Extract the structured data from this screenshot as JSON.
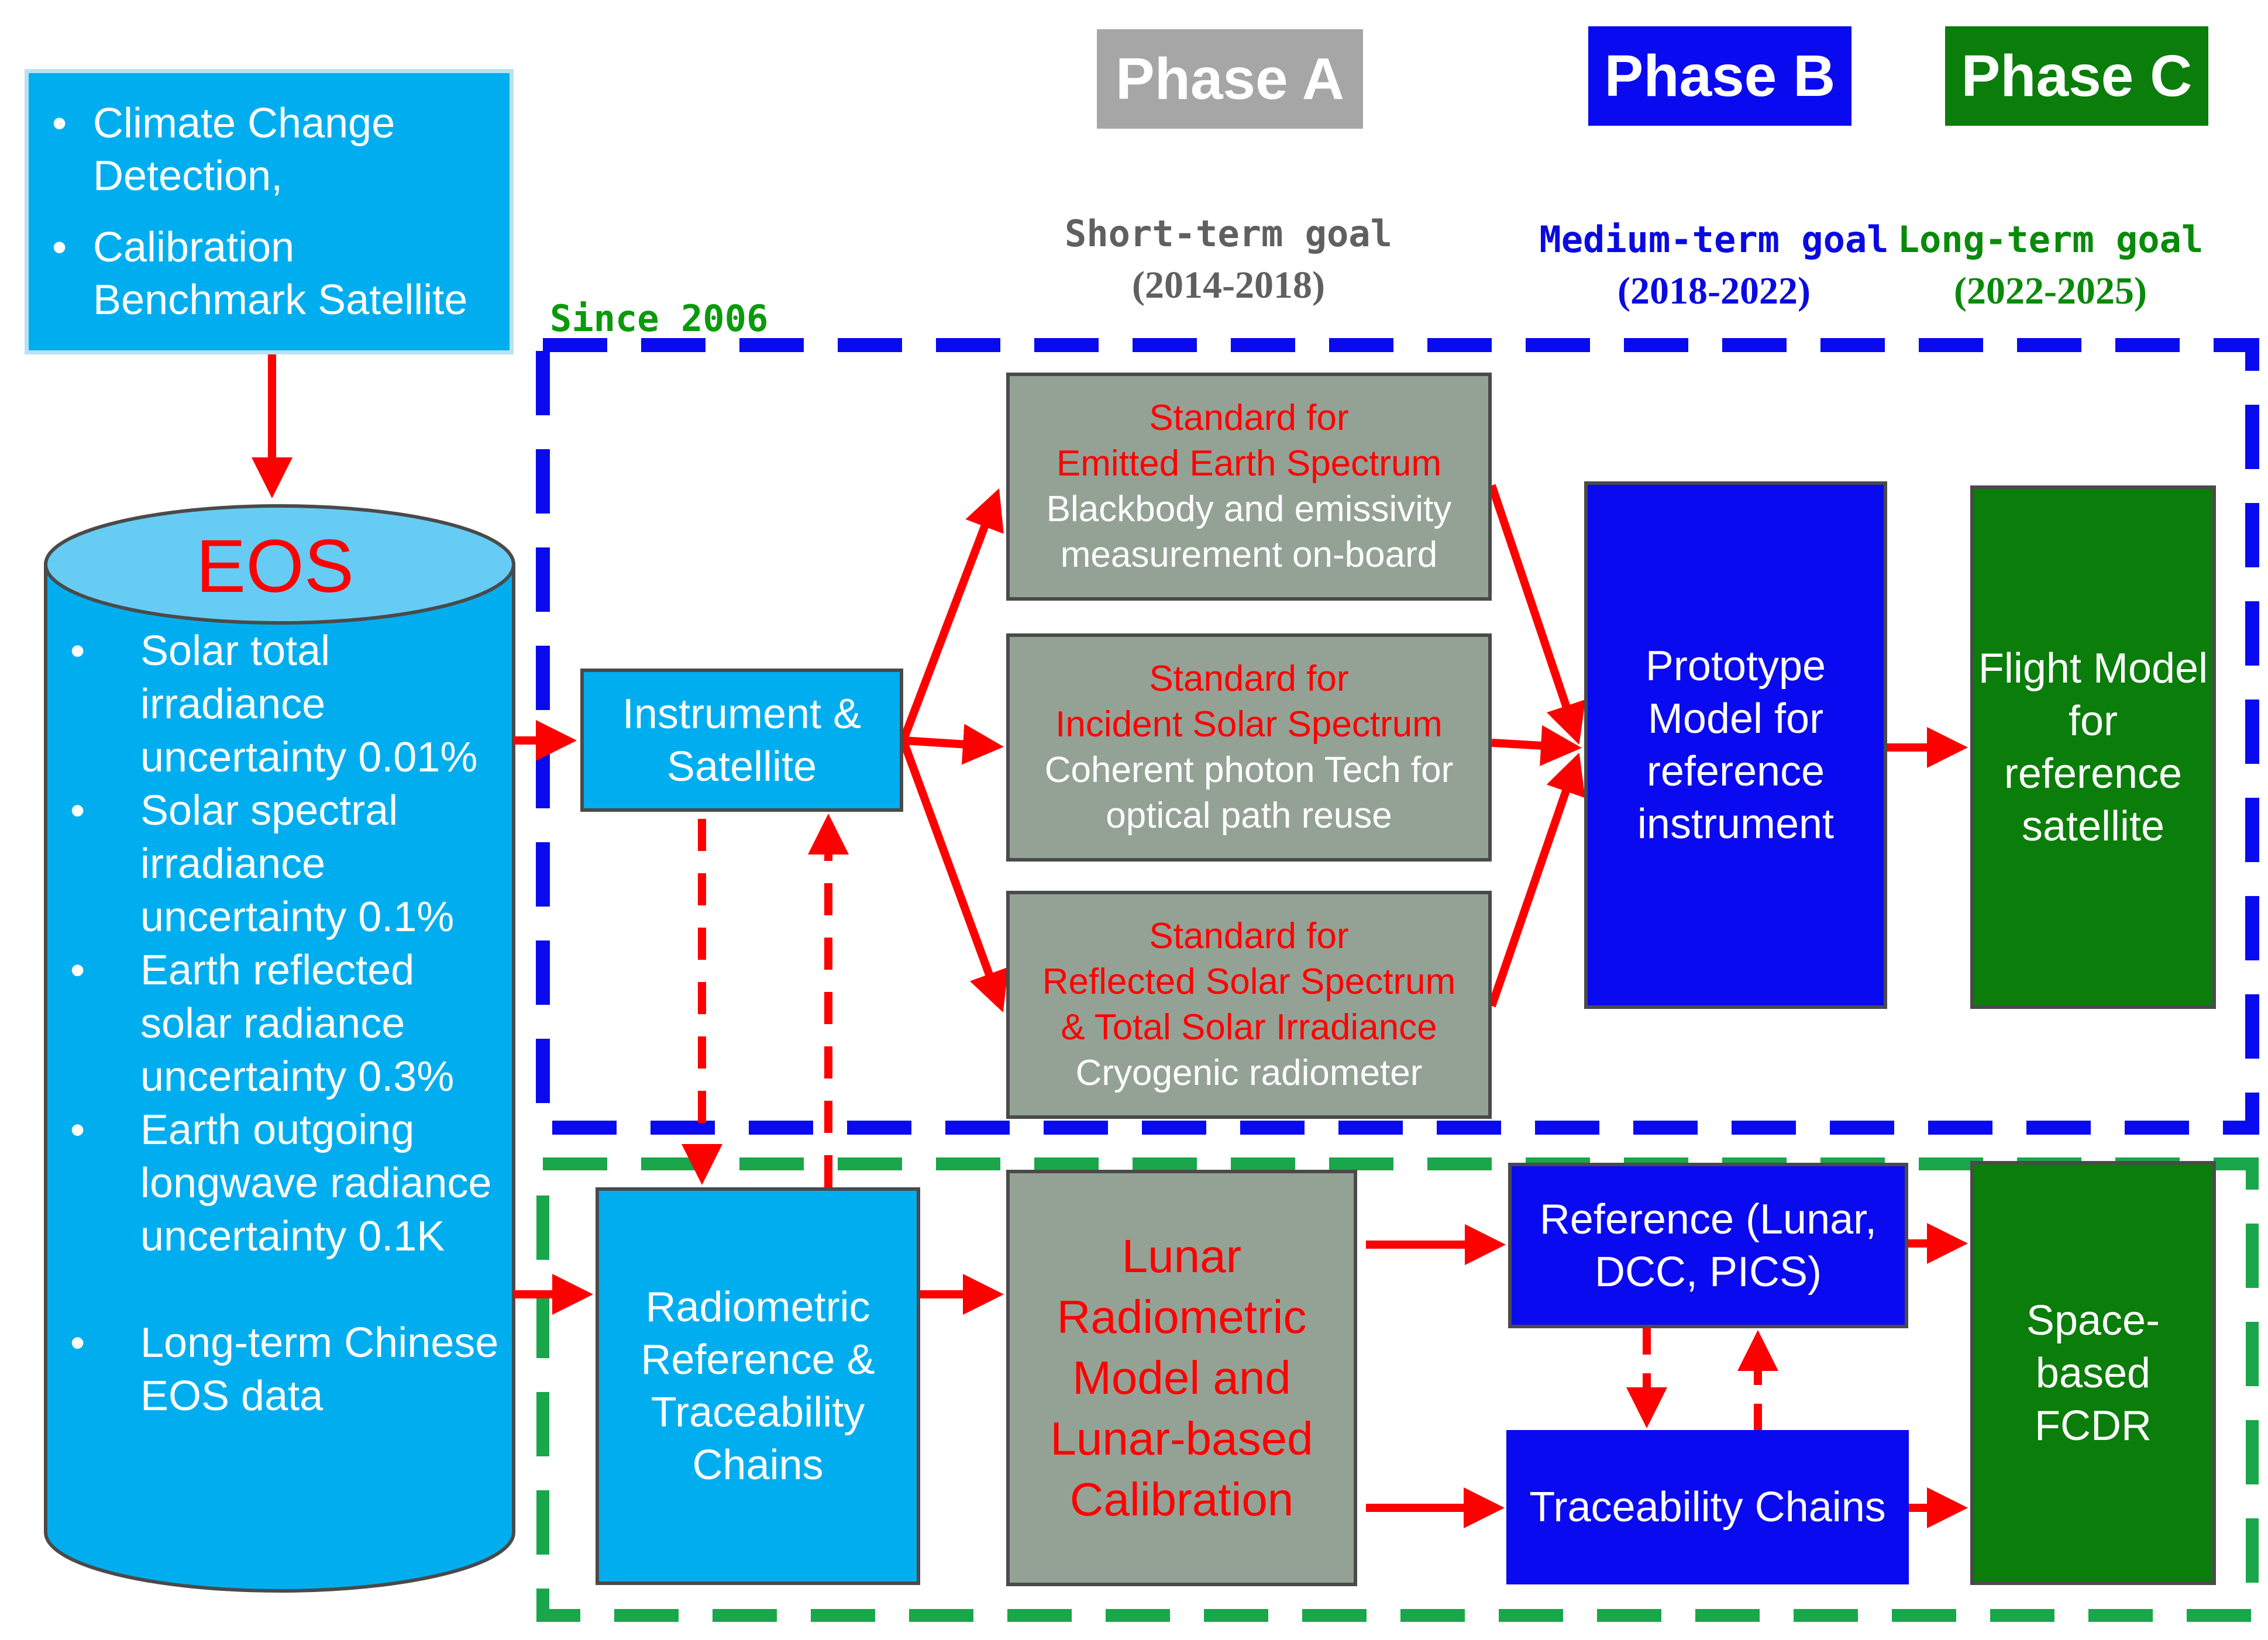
{
  "phases": {
    "a": "Phase A",
    "b": "Phase B",
    "c": "Phase C"
  },
  "goals": {
    "short": {
      "label": "Short-term goal",
      "years": "(2014-2018)"
    },
    "medium": {
      "label": "Medium-term goal",
      "years": "(2018-2022)"
    },
    "long": {
      "label": "Long-term goal",
      "years": "(2022-2025)"
    }
  },
  "since": "Since 2006",
  "climate_box": {
    "items": [
      "Climate Change Detection,",
      "Calibration Benchmark Satellite"
    ]
  },
  "eos": {
    "title": "EOS",
    "items": [
      "Solar total irradiance uncertainty 0.01%",
      "Solar spectral irradiance uncertainty 0.1%",
      "Earth reflected solar radiance uncertainty 0.3%",
      "Earth outgoing longwave radiance uncertainty 0.1K",
      "Long-term Chinese EOS data"
    ]
  },
  "instrument": "Instrument & Satellite",
  "standards": [
    {
      "red_lines": [
        "Standard for",
        "Emitted Earth Spectrum"
      ],
      "white_lines": [
        "Blackbody and emissivity",
        "measurement on-board"
      ]
    },
    {
      "red_lines": [
        "Standard for",
        "Incident Solar Spectrum"
      ],
      "white_lines": [
        "Coherent photon Tech for",
        "optical path reuse"
      ]
    },
    {
      "red_lines": [
        "Standard for",
        "Reflected Solar Spectrum",
        "& Total Solar Irradiance"
      ],
      "white_lines": [
        "Cryogenic radiometer"
      ]
    }
  ],
  "prototype": "Prototype Model for reference instrument",
  "flight": "Flight Model for reference satellite",
  "radiometric": "Radiometric Reference & Traceability Chains",
  "lunar": "Lunar Radiometric Model and Lunar-based Calibration",
  "reference": "Reference (Lunar, DCC, PICS)",
  "traceability": "Traceability Chains",
  "fcdr": "Space-based FCDR",
  "colors": {
    "arrow": "#ff0000",
    "phase_a": "#a6a6a6",
    "phase_b": "#0a0af0",
    "phase_c": "#0a7d0a",
    "cyan": "#00aeef",
    "gray_box": "#94a296",
    "blue_dash": "#0a0af0",
    "green_dash": "#1aa64a"
  }
}
